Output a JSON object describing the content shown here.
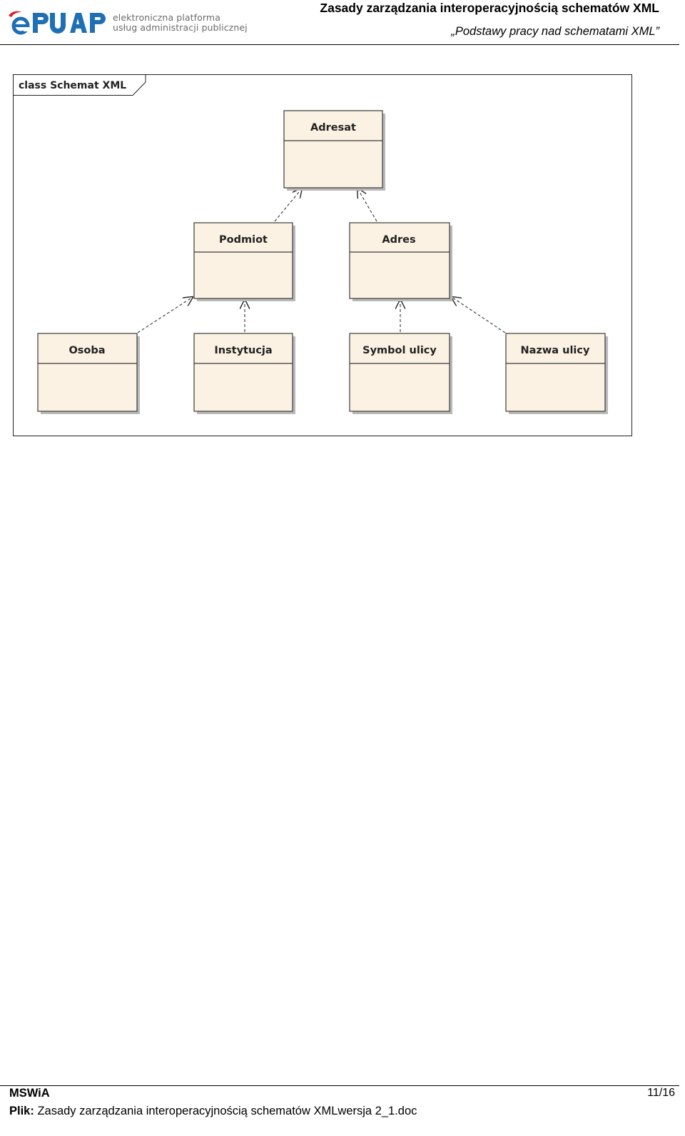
{
  "header": {
    "logo_wordmark": "ePUAP",
    "logo_tagline_line1": "elektroniczna platforma",
    "logo_tagline_line2": "usług administracji publicznej",
    "title": "Zasady zarządzania interoperacyjnością schematów XML",
    "subtitle": "„Podstawy pracy nad schematami XML”"
  },
  "diagram": {
    "frame_label": "class Schemat XML",
    "classes": {
      "adresat": "Adresat",
      "podmiot": "Podmiot",
      "adres": "Adres",
      "osoba": "Osoba",
      "instytucja": "Instytucja",
      "symbol_ulicy": "Symbol ulicy",
      "nazwa_ulicy": "Nazwa ulicy"
    },
    "colors": {
      "class_fill": "#fbf2e3",
      "class_border": "#3a3a3a",
      "shadow": "#b9b9b9"
    }
  },
  "footer": {
    "organization": "MSWiA",
    "page": "11/16",
    "file_label": "Plik:",
    "file_name": "Zasady zarządzania interoperacyjnością schematów XMLwersja 2_1.doc"
  }
}
